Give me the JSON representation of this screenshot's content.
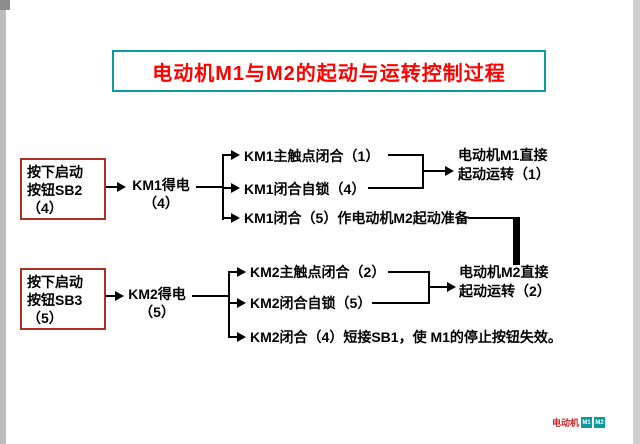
{
  "title": "电动机M1与M2的起动与运转控制过程",
  "km1": {
    "trigger": [
      "按下启动",
      "按钮SB2",
      "（4）"
    ],
    "state": [
      "KM1得电",
      "（4）"
    ],
    "branches": [
      "KM1主触点闭合（1）",
      "KM1闭合自锁（4）",
      "KM1闭合（5）作电动机M2起动准备"
    ],
    "result": [
      "电动机M1直接",
      "起动运转（1）"
    ]
  },
  "km2": {
    "trigger": [
      "按下启动",
      "按钮SB3",
      "（5）"
    ],
    "state": [
      "KM2得电",
      "（5）"
    ],
    "branches": [
      "KM2主触点闭合（2）",
      "KM2闭合自锁（5）",
      "KM2闭合（4）短接SB1，使 M1的停止按钮失效。"
    ],
    "result": [
      "电动机M2直接",
      "起动运转（2）"
    ]
  },
  "watermark": {
    "label": "电动机",
    "tags": [
      "M1",
      "M2"
    ]
  },
  "colors": {
    "title_border": "#0d9a9a",
    "title_text": "#ff0000",
    "box_border": "#a93226",
    "line": "#000000"
  }
}
